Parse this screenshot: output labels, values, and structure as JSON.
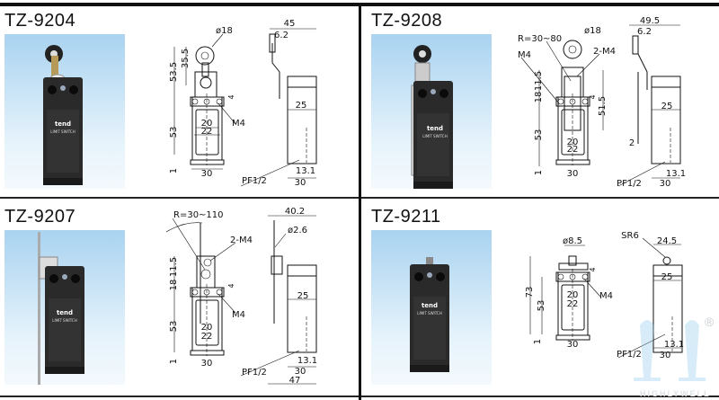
{
  "products": [
    {
      "model": "TZ-9204",
      "photo_brand": "tend",
      "photo_label": "LIMIT SWITCH",
      "dims": {
        "roller_dia": "ø18",
        "h_total": "53.5",
        "h_roller": "35.5",
        "hole_gap": "4",
        "screw": "M4",
        "w_inner": "20",
        "w_outer": "22",
        "h_body": "53",
        "h_base": "1",
        "w_base": "30",
        "depth_total": "45",
        "offset": "6.2",
        "depth_body": "25",
        "conduit_offset": "13.1",
        "conduit": "PF1/2",
        "depth_base": "30"
      }
    },
    {
      "model": "TZ-9208",
      "photo_brand": "tend",
      "photo_label": "LIMIT SWITCH",
      "dims": {
        "roller_dia": "ø18",
        "radius": "R=30~80",
        "screw_left": "M4",
        "screw_pair": "2-M4",
        "h_upper": "11.5",
        "h_mid": "18",
        "h_body": "53",
        "h_base": "1",
        "hole_gap": "4",
        "adjust": "51.5",
        "w_inner": "20",
        "w_outer": "22",
        "w_base": "30",
        "depth_total": "49.5",
        "offset": "6.2",
        "depth_body": "25",
        "rod_gap": "2",
        "conduit_offset": "13.1",
        "conduit": "PF1/2",
        "depth_base": "30"
      }
    },
    {
      "model": "TZ-9207",
      "photo_brand": "tend",
      "photo_label": "LIMIT SWITCH",
      "dims": {
        "radius": "R=30~110",
        "screw_pair": "2-M4",
        "h_upper": "11.5",
        "h_mid": "18",
        "hole_gap": "4",
        "screw": "M4",
        "h_body": "53",
        "w_inner": "20",
        "w_outer": "22",
        "h_base": "1",
        "w_base": "30",
        "depth_total": "40.2",
        "rod_dia": "ø2.6",
        "depth_body": "25",
        "conduit_offset": "13.1",
        "conduit": "PF1/2",
        "depth_base": "30",
        "depth_overall": "47"
      }
    },
    {
      "model": "TZ-9211",
      "photo_brand": "tend",
      "photo_label": "LIMIT SWITCH",
      "dims": {
        "plunger_dia": "ø8.5",
        "h_total": "73",
        "hole_gap": "4",
        "h_body": "53",
        "w_inner": "20",
        "w_outer": "22",
        "screw": "M4",
        "h_base": "1",
        "w_base": "30",
        "sphere": "SR6",
        "depth_total": "24.5",
        "depth_body": "25",
        "conduit_offset": "13.1",
        "conduit": "PF1/2",
        "depth_base": "30"
      }
    }
  ],
  "watermark": {
    "text": "HIGHLYWELL",
    "registered": "®"
  }
}
